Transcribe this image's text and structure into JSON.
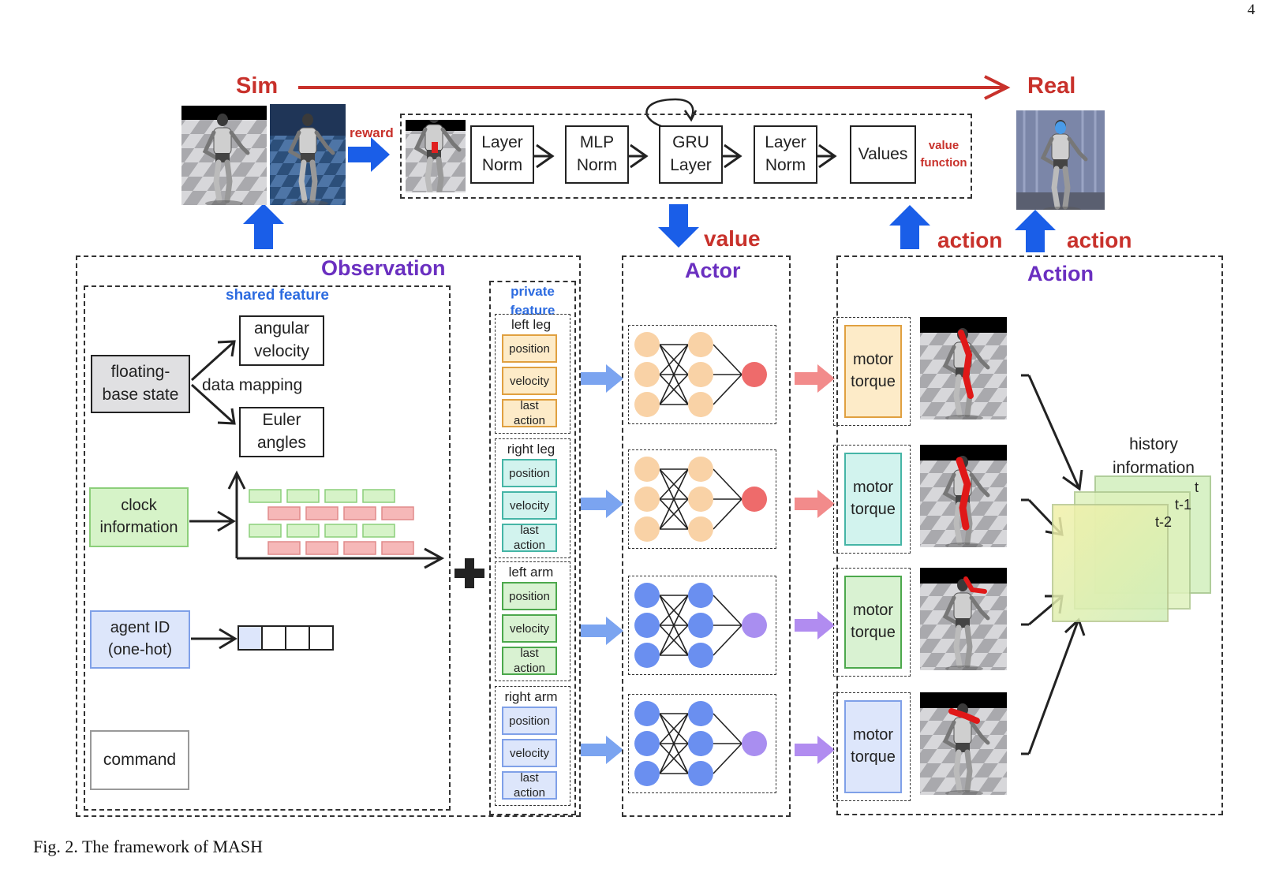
{
  "page_number": "4",
  "caption": "Fig. 2.  The framework of MASH",
  "top": {
    "sim": "Sim",
    "real": "Real",
    "reward": "reward",
    "pipeline": [
      "Layer\nNorm",
      "MLP\nNorm",
      "GRU\nLayer",
      "Layer\nNorm",
      "Values"
    ],
    "value_function": "value\nfunction",
    "value": "value",
    "action_mid": "action",
    "action_right": "action"
  },
  "observation": {
    "title": "Observation",
    "shared_feature": "shared feature",
    "floating_base": "floating-\nbase state",
    "data_mapping": "data mapping",
    "angular_velocity": "angular\nvelocity",
    "euler_angles": "Euler\nangles",
    "clock": "clock\ninformation",
    "agent_id": "agent ID\n(one-hot)",
    "command": "command",
    "private_feature": "private\nfeature",
    "groups": [
      {
        "name": "left leg",
        "features": [
          "position",
          "velocity",
          "last\naction"
        ],
        "border": "#e0a040",
        "fill": "#fdebc8"
      },
      {
        "name": "right leg",
        "features": [
          "position",
          "velocity",
          "last\naction"
        ],
        "border": "#45b5a6",
        "fill": "#d2f3ee"
      },
      {
        "name": "left arm",
        "features": [
          "position",
          "velocity",
          "last\naction"
        ],
        "border": "#4ca84c",
        "fill": "#d9f2d2"
      },
      {
        "name": "right arm",
        "features": [
          "position",
          "velocity",
          "last\naction"
        ],
        "border": "#7fa0e8",
        "fill": "#dde6fb"
      }
    ]
  },
  "actor": {
    "title": "Actor",
    "networks": [
      {
        "node": "#f9d2a6",
        "out": "#ee6b6b"
      },
      {
        "node": "#f9d2a6",
        "out": "#ee6b6b"
      },
      {
        "node": "#6a8ff0",
        "out": "#a98ef0"
      },
      {
        "node": "#6a8ff0",
        "out": "#a98ef0"
      }
    ]
  },
  "action": {
    "title": "Action",
    "motor_torque": "motor\ntorque",
    "history": "history\ninformation",
    "frames": [
      "t",
      "t-1",
      "t-2"
    ],
    "boxes": [
      {
        "border": "#e0a040",
        "fill": "#fdebc8"
      },
      {
        "border": "#45b5a6",
        "fill": "#d2f3ee"
      },
      {
        "border": "#4ca84c",
        "fill": "#d9f2d2"
      },
      {
        "border": "#7fa0e8",
        "fill": "#dde6fb"
      }
    ]
  },
  "colors": {
    "red": "#c8312b",
    "purple": "#6a2fc0",
    "blue": "#2c6be0",
    "arrow_blue": "#1a5ee8",
    "arrow_light_blue": "#7ba4f0",
    "arrow_pink": "#f28b8b",
    "arrow_violet": "#b18cf0",
    "clock_green": "#d6f3c8",
    "clock_red": "#f6b8b8"
  }
}
